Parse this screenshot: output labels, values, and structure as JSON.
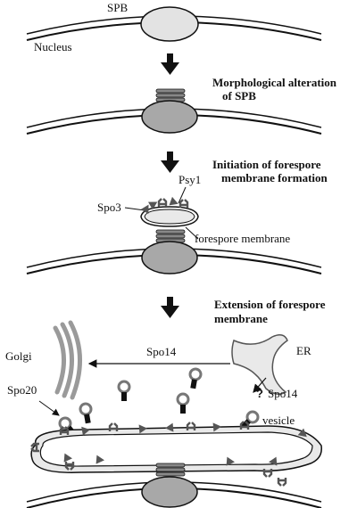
{
  "labels": {
    "spb": "SPB",
    "nucleus": "Nucleus",
    "step1_line1": "Morphological alteration",
    "step1_line2": "of SPB",
    "step2_line1": "Initiation of forespore",
    "step2_line2": "membrane formation",
    "psy1": "Psy1",
    "spo3": "Spo3",
    "forespore_membrane": "forespore membrane",
    "step3_line1": "Extension  of forespore",
    "step3_line2": "membrane",
    "golgi": "Golgi",
    "spo14_top": "Spo14",
    "er": "ER",
    "spo20": "Spo20",
    "question": "?",
    "spo14_er": "Spo14",
    "vesicle": "vesicle"
  },
  "colors": {
    "spb_light": "#e3e3e3",
    "spb_dark": "#a8a8a8",
    "membrane_fill": "#e9e9e9",
    "golgi": "#9a9a9a",
    "marker": "#555555",
    "line": "#111111"
  }
}
